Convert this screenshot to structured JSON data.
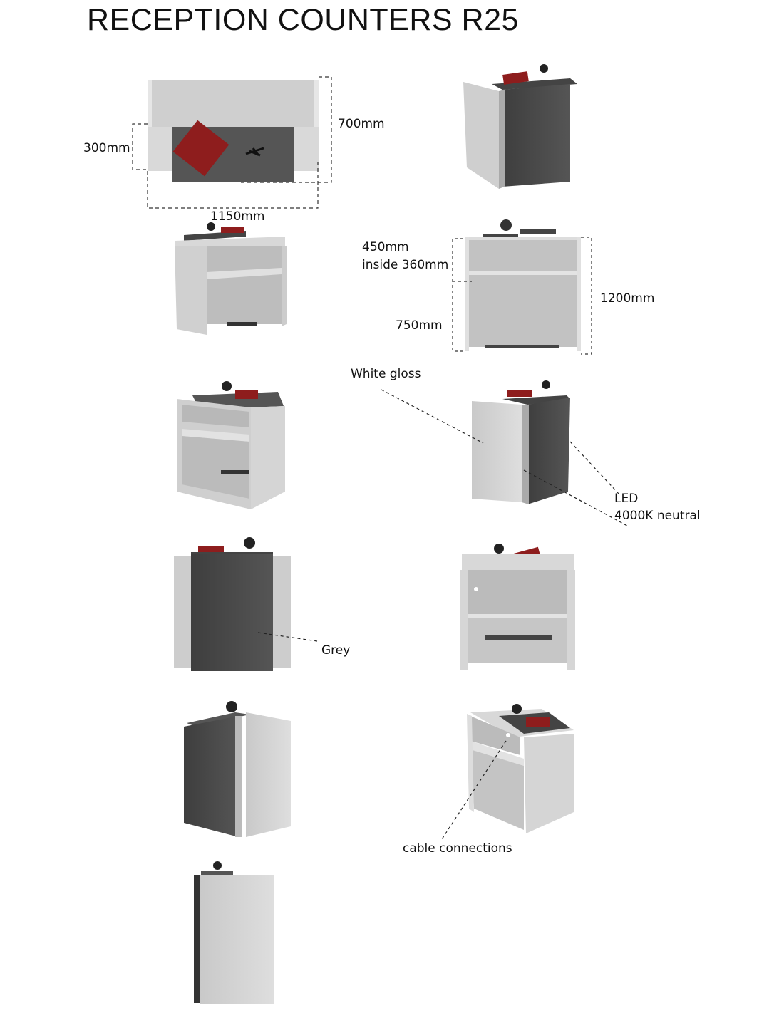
{
  "title": "RECEPTION COUNTERS R25",
  "dimensions": {
    "depth_top": "300mm",
    "depth_total": "700mm",
    "width": "1150mm",
    "upper_height": "450mm",
    "upper_inside": "inside 360mm",
    "lower_height": "750mm",
    "total_height": "1200mm"
  },
  "annotations": {
    "white_gloss": "White gloss",
    "led": "LED",
    "led_temp": "4000K neutral",
    "grey": "Grey",
    "cable": "cable connections"
  },
  "colors": {
    "white_panel": "#d4d4d4",
    "grey_panel": "#4a4a4a",
    "book_red": "#8e1d1d"
  }
}
